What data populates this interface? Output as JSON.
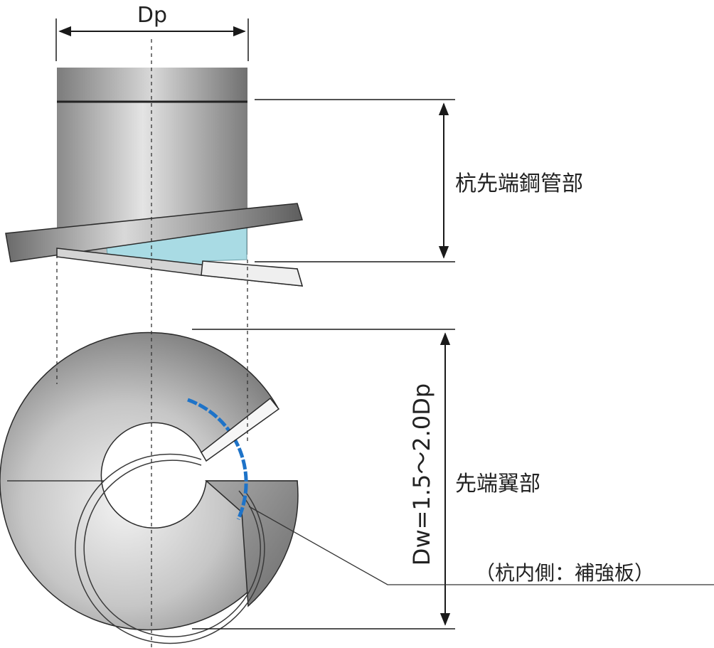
{
  "labels": {
    "diameter_dp": "Dp",
    "steel_pipe_part": "杭先端鋼管部",
    "tip_wing_part": "先端翼部",
    "wing_diameter": "Dw=1.5～2.0Dp",
    "reinforcement_note": "（杭内側：補強板）"
  },
  "colors": {
    "line": "#1a1a1a",
    "reinforcement_plate": "#a9dbe4",
    "reinforcement_edge": "#1e73c8",
    "metal_dark": "#7a7a7a",
    "metal_light": "#e8e8e8"
  }
}
